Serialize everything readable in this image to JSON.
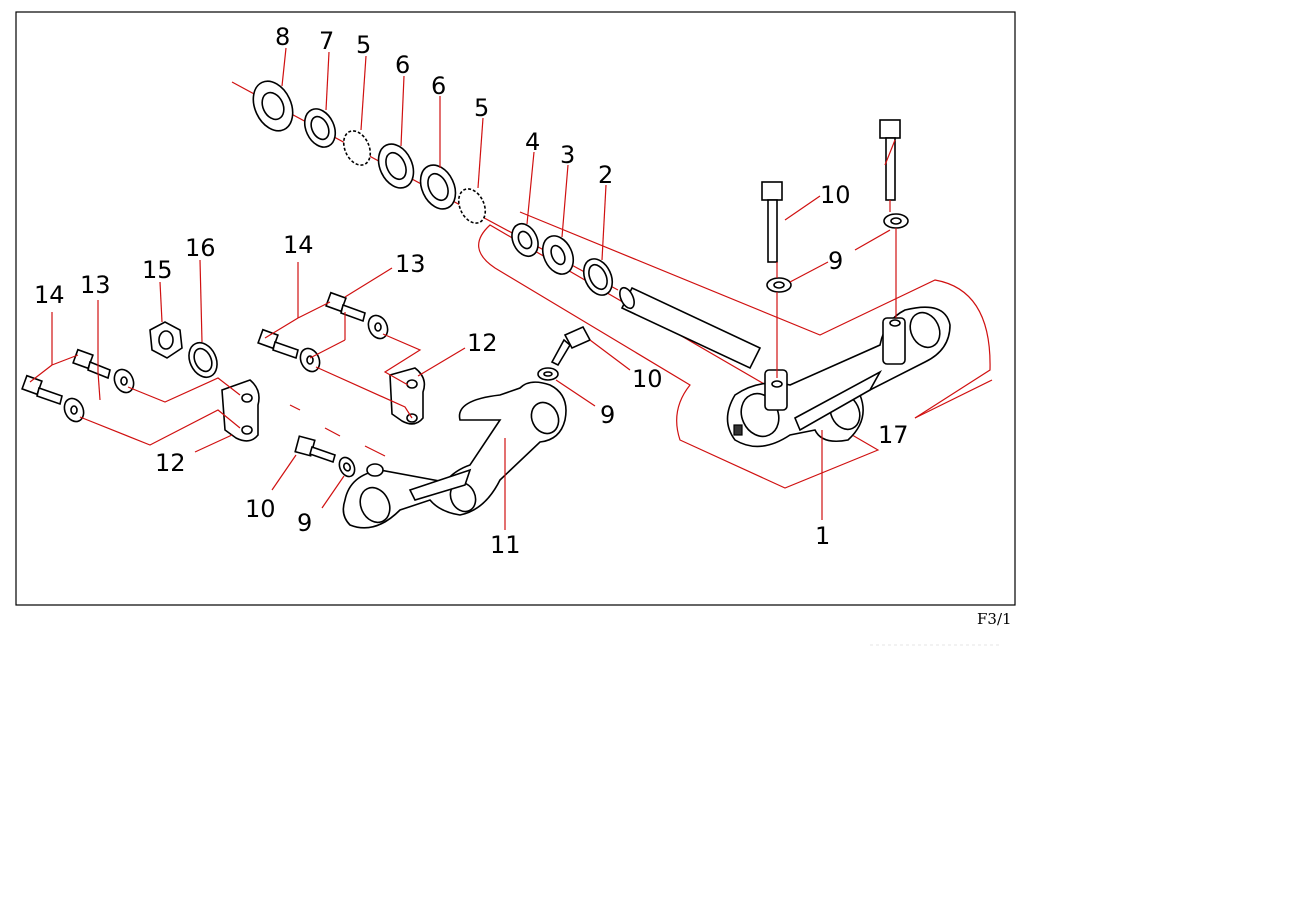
{
  "figure_code": "F3/1",
  "labels": [
    "8",
    "7",
    "5",
    "6",
    "6",
    "5",
    "4",
    "3",
    "2",
    "10",
    "9",
    "15",
    "16",
    "14",
    "13",
    "12",
    "14",
    "13",
    "12",
    "10",
    "9",
    "17",
    "10",
    "9",
    "11",
    "1"
  ],
  "colors": {
    "leader": "#d01010",
    "outline": "#000000",
    "border": "#000000"
  }
}
